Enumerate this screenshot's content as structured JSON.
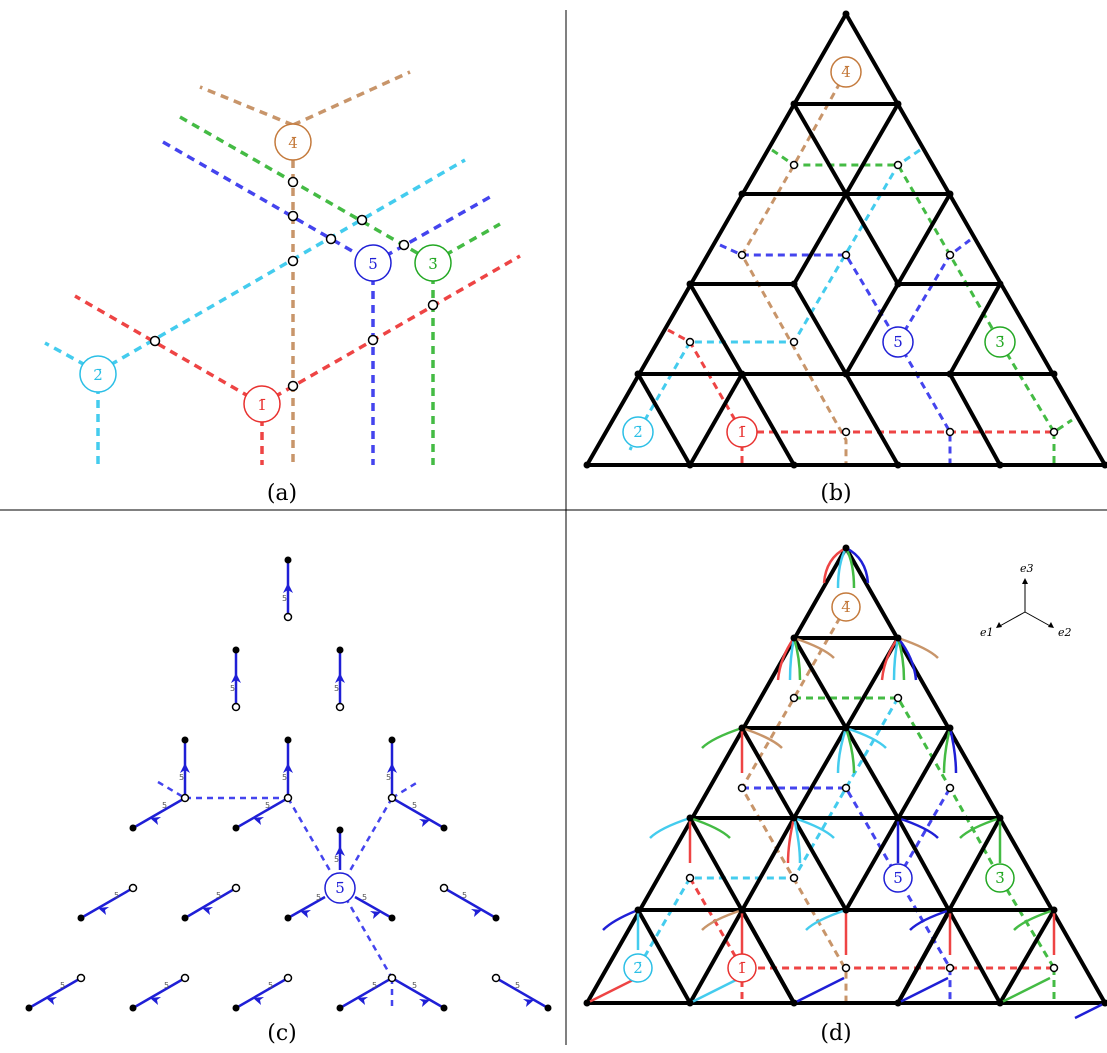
{
  "panels": {
    "a": {
      "caption": "(a)"
    },
    "b": {
      "caption": "(b)"
    },
    "c": {
      "caption": "(c)"
    },
    "d": {
      "caption": "(d)"
    }
  },
  "nodes": {
    "n1": "1̄",
    "n2": "2̄",
    "n3": "3̄",
    "n4": "4̄",
    "n5": "5̄"
  },
  "edge_label": "5",
  "axes": {
    "e1": "e1",
    "e2": "e2",
    "e3": "e3"
  },
  "colors": {
    "n1": "#e8312f",
    "n2": "#2bbfe6",
    "n3": "#23a823",
    "n4": "#c47a3c",
    "n5": "#1f1fd6",
    "red": "#ee4444",
    "cyan": "#44ccee",
    "green": "#44bb44",
    "tan": "#c8956a",
    "blue": "#4444ee",
    "line": "#000000"
  }
}
